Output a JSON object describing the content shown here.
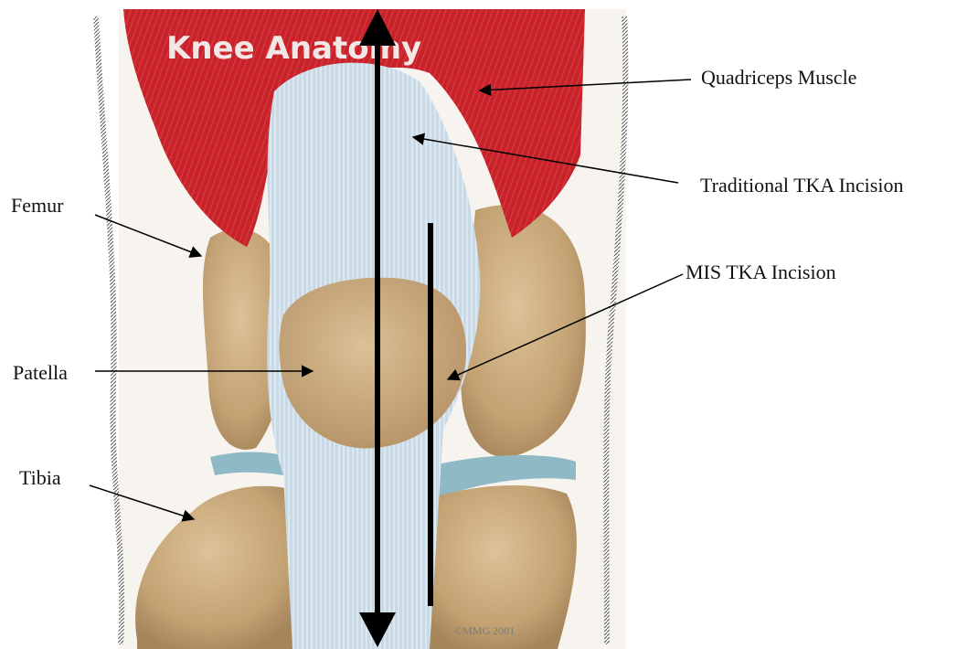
{
  "illustration": {
    "title": "Knee Anatomy",
    "copyright": "©MMG 2001"
  },
  "labels": {
    "quadriceps_muscle": "Quadriceps Muscle",
    "traditional_tka_incision": "Traditional TKA Incision",
    "femur": "Femur",
    "mis_tka_incision": "MIS TKA Incision",
    "patella": "Patella",
    "tibia": "Tibia"
  },
  "colors": {
    "muscle": "#c8232a",
    "tendon": "#c9d9e6",
    "bone": "#c9a97c",
    "arrow": "#000000"
  }
}
